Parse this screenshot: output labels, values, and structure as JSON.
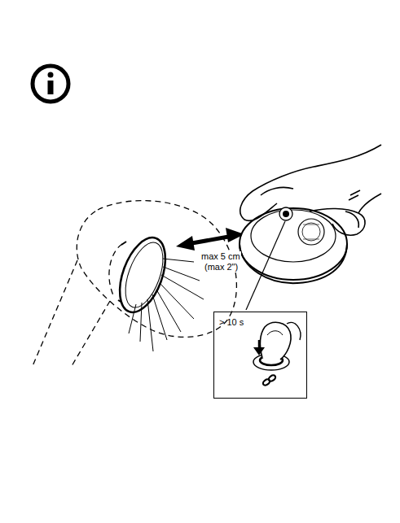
{
  "diagram": {
    "nodes": [
      {
        "text": [
          "> 10 s"
        ]
      }
    ],
    "labels": [
      "max 5 cm",
      "(max 2\")"
    ]
  }
}
